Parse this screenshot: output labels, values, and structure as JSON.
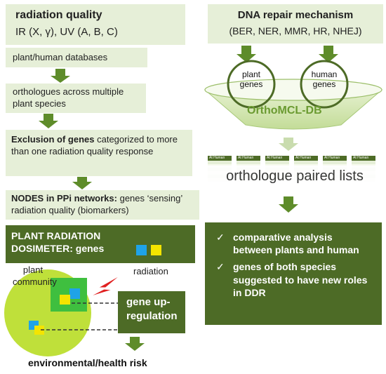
{
  "left": {
    "radiation_quality": {
      "title": "radiation quality",
      "subtitle": "IR (X, γ), UV (A, B, C)"
    },
    "databases": "plant/human databases",
    "orthologues": "orthologues across multiple plant species",
    "exclusion": {
      "bold": "Exclusion of genes",
      "rest": " categorized to more than one radiation quality response"
    },
    "nodes": {
      "bold": "NODES in PPi networks:",
      "rest": " genes ‘sensing’ radiation quality (biomarkers)"
    },
    "dosimeter": {
      "title": "PLANT RADIATION DOSIMETER: genes"
    },
    "plant_community": "plant community",
    "radiation": "radiation",
    "gene_upregulation": "gene up-regulation",
    "risk": "environmental/health risk"
  },
  "right": {
    "dna_repair": {
      "title": "DNA repair mechanism",
      "subtitle": "(BER, NER, MMR, HR, NHEJ)"
    },
    "plant_genes": "plant genes",
    "human_genes": "human genes",
    "orthomcl": "OrthoMCL-DB",
    "paired_lists": "orthologue paired lists",
    "list_headers": {
      "at": "At",
      "human": "Human"
    },
    "conclusions": [
      "comparative analysis between plants and human",
      "genes of both species suggested to have new roles in DDR"
    ],
    "check_mark": "✓"
  },
  "colors": {
    "dark_green": "#4d6b26",
    "light_green_box": "#e6efd8",
    "arrow_green": "#5e8c2a",
    "circle_green": "#bfe03a",
    "inner_green": "#3fbf3f",
    "blue_square": "#1fa3e8",
    "yellow_square": "#f4e400",
    "red_bolt": "#e02020",
    "orthomcl_text": "#6a9a30"
  }
}
